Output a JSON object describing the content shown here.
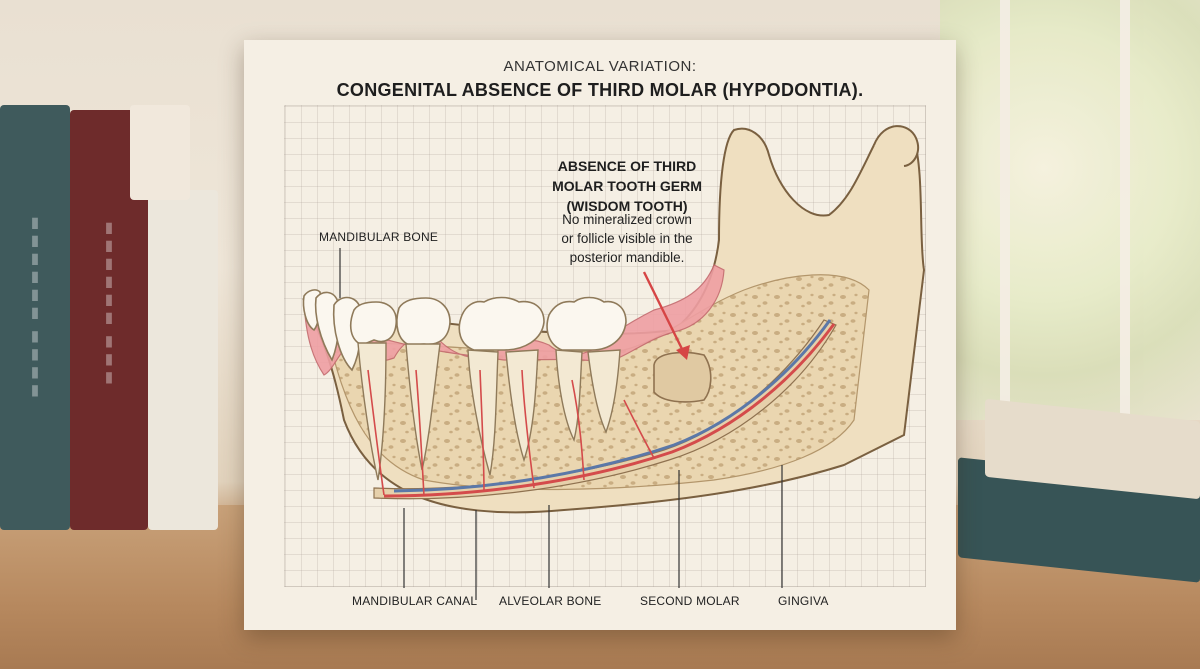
{
  "header": {
    "subtitle": "ANATOMICAL VARIATION:",
    "title": "CONGENITAL ABSENCE OF THIRD MOLAR (HYPODONTIA)."
  },
  "callout": {
    "heading_lines": [
      "ABSENCE OF THIRD",
      "MOLAR TOOTH GERM",
      "(WISDOM TOOTH)"
    ],
    "body_lines": [
      "No mineralized crown",
      "or follicle visible in the",
      "posterior mandible."
    ]
  },
  "labels": {
    "mandibular_bone": "MANDIBULAR BONE",
    "mandibular_canal": "MANDIBULAR CANAL",
    "alveolar_bone": "ALVEOLAR BONE",
    "second_molar": "SECOND MOLAR",
    "gingiva": "GINGIVA"
  },
  "colors": {
    "bone": "#efdfc0",
    "bone_outline": "#7a6040",
    "gum": "#ef9fa3",
    "tooth": "#fbf7ef",
    "nerve": "#d44b4b",
    "vein": "#5b78a8",
    "arrow": "#d64545"
  }
}
